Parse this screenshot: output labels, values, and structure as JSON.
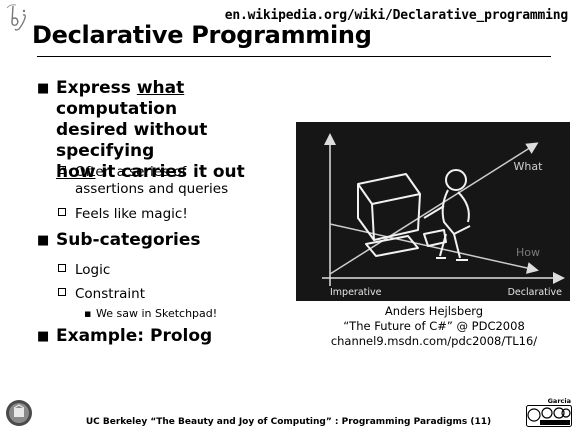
{
  "header": {
    "url": "en.wikipedia.org/wiki/Declarative_programming",
    "title": "Declarative Programming"
  },
  "bullets": {
    "b1": {
      "pre": "Express ",
      "u1": "what",
      "mid": "computation desired without specifying",
      "u2": "how",
      "post": " it carries it out"
    },
    "b1_subs": [
      "Often a series of assertions and queries",
      "Feels like magic!"
    ],
    "b2": "Sub-categories",
    "b2_subs": {
      "logic": "Logic",
      "constraint": "Constraint",
      "constraint_sub": "We saw in Sketchpad!"
    },
    "b3": "Example: Prolog"
  },
  "figure": {
    "what": "What",
    "how": "How",
    "imperative": "Imperative",
    "declarative": "Declarative"
  },
  "caption": {
    "line1": "Anders Hejlsberg",
    "line2": "“The Future of C#” @ PDC2008",
    "line3": "channel9.msdn.com/pdc2008/TL16/"
  },
  "footer": {
    "text": "UC Berkeley “The Beauty and Joy of Computing” : Programming Paradigms (11)",
    "author": "Garcia"
  }
}
